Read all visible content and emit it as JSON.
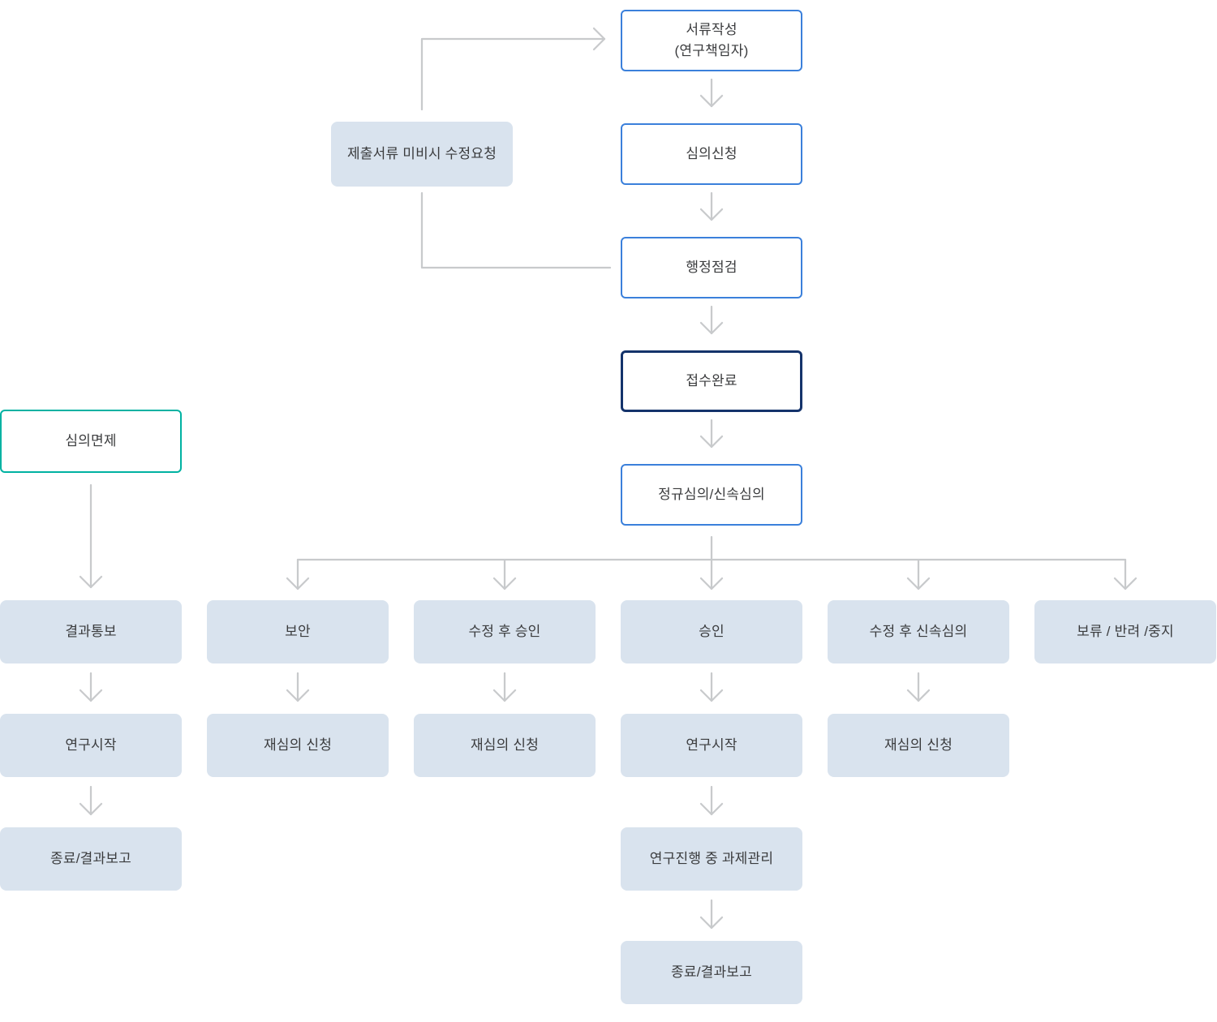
{
  "diagram": {
    "kind": "flowchart",
    "language": "ko",
    "colors": {
      "outline_blue": "#3b80db",
      "outline_navy": "#14336b",
      "outline_teal": "#00b2a2",
      "node_fill_light_blue": "#d9e3ee",
      "connector_gray": "#c8cacc",
      "text": "#3a3b3d"
    },
    "nodes": {
      "doc_creation": {
        "line1": "서류작성",
        "line2": "(연구책임자)"
      },
      "review_apply": {
        "label": "심의신청"
      },
      "admin_check": {
        "label": "행정점검"
      },
      "receipt_complete": {
        "label": "접수완료"
      },
      "regular_review": {
        "label": "정규심의/신속심의"
      },
      "correction_request": {
        "label": "제출서류 미비시 수정요청"
      },
      "exemption": {
        "label": "심의면제"
      },
      "result_notice": {
        "label": "결과통보"
      },
      "supplement": {
        "label": "보안"
      },
      "approval_after_revision": {
        "label": "수정 후 승인"
      },
      "approval": {
        "label": "승인"
      },
      "expedited_after_revision": {
        "label": "수정 후 신속심의"
      },
      "hold_reject_stop": {
        "label": "보류 / 반려 /중지"
      },
      "research_start_left": {
        "label": "연구시작"
      },
      "rereview_1": {
        "label": "재심의 신청"
      },
      "rereview_2": {
        "label": "재심의 신청"
      },
      "research_start_center": {
        "label": "연구시작"
      },
      "rereview_3": {
        "label": "재심의 신청"
      },
      "end_report_left": {
        "label": "종료/결과보고"
      },
      "task_management": {
        "label": "연구진행 중 과제관리"
      },
      "end_report_center": {
        "label": "종료/결과보고"
      }
    },
    "edges": [
      {
        "from": "doc_creation",
        "to": "review_apply"
      },
      {
        "from": "review_apply",
        "to": "admin_check"
      },
      {
        "from": "admin_check",
        "to": "receipt_complete"
      },
      {
        "from": "receipt_complete",
        "to": "regular_review"
      },
      {
        "from": "admin_check",
        "to": "correction_request"
      },
      {
        "from": "correction_request",
        "to": "doc_creation"
      },
      {
        "from": "regular_review",
        "to": "supplement"
      },
      {
        "from": "regular_review",
        "to": "approval_after_revision"
      },
      {
        "from": "regular_review",
        "to": "approval"
      },
      {
        "from": "regular_review",
        "to": "expedited_after_revision"
      },
      {
        "from": "regular_review",
        "to": "hold_reject_stop"
      },
      {
        "from": "exemption",
        "to": "result_notice"
      },
      {
        "from": "result_notice",
        "to": "research_start_left"
      },
      {
        "from": "research_start_left",
        "to": "end_report_left"
      },
      {
        "from": "supplement",
        "to": "rereview_1"
      },
      {
        "from": "approval_after_revision",
        "to": "rereview_2"
      },
      {
        "from": "approval",
        "to": "research_start_center"
      },
      {
        "from": "research_start_center",
        "to": "task_management"
      },
      {
        "from": "task_management",
        "to": "end_report_center"
      },
      {
        "from": "expedited_after_revision",
        "to": "rereview_3"
      }
    ]
  }
}
